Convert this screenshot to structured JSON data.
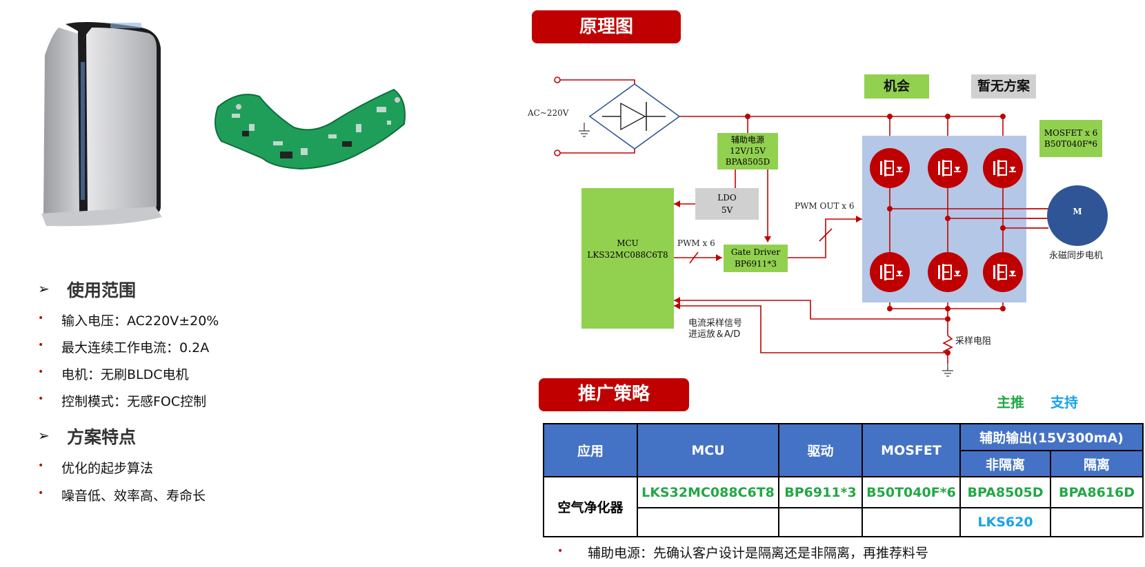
{
  "header": {
    "schematic_title": "原理图",
    "strategy_title": "推广策略"
  },
  "left": {
    "usage_title": "使用范围",
    "usage_items": [
      "输入电压：AC220V±20%",
      "最大连续工作电流：0.2A",
      "电机：无刷BLDC电机",
      "控制模式：无感FOC控制"
    ],
    "features_title": "方案特点",
    "feature_items": [
      "优化的起步算法",
      "噪音低、效率高、寿命长"
    ]
  },
  "diagram": {
    "ac_label": "AC~220V",
    "aux_power": [
      "辅助电源",
      "12V/15V",
      "BPA8505D"
    ],
    "ldo": [
      "LDO",
      "5V"
    ],
    "mcu": [
      "MCU",
      "LKS32MC088C6T8"
    ],
    "pwm_x6": "PWM x 6",
    "gate_driver": [
      "Gate Driver",
      "BP6911*3"
    ],
    "pwm_out": "PWM OUT x 6",
    "opportunity": "机会",
    "no_solution": "暂无方案",
    "mosfet_box": [
      "MOSFET x 6",
      "B50T040F*6"
    ],
    "motor_letter": "M",
    "motor_label": "永磁同步电机",
    "current_sense": [
      "电流采样信号",
      "进运放＆A/D"
    ],
    "shunt": "采样电阻",
    "colors": {
      "green": "#92d050",
      "red": "#c00000",
      "blue_panel": "#b4c7e7",
      "motor": "#2f5597",
      "ldo_gray": "#d0d0d0"
    }
  },
  "legend": {
    "main": "主推",
    "support": "支持"
  },
  "table": {
    "headers": {
      "app": "应用",
      "mcu": "MCU",
      "driver": "驱动",
      "mosfet": "MOSFET",
      "aux": "辅助输出(15V300mA)",
      "non_iso": "非隔离",
      "iso": "隔离"
    },
    "row": {
      "app": "空气净化器",
      "mcu": "LKS32MC088C6T8",
      "driver": "BP6911*3",
      "mosfet": "B50T040F*6",
      "non_iso_main": "BPA8505D",
      "non_iso_support": "LKS620",
      "iso": "BPA8616D"
    }
  },
  "footnote": "辅助电源：先确认客户设计是隔离还是非隔离，再推荐料号"
}
